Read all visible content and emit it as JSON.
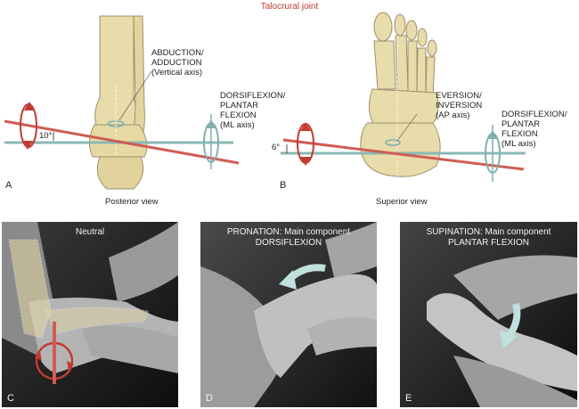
{
  "title": "Talocrural joint",
  "panel_a": {
    "letter": "A",
    "view": "Posterior view",
    "angle": "10°",
    "abduction_label": "ABDUCTION/\nADDUCTION\n(Vertical axis)",
    "dorsi_label": "DORSIFLEXION/\nPLANTAR\nFLEXION\n(ML axis)"
  },
  "panel_b": {
    "letter": "B",
    "view": "Superior view",
    "angle": "6°",
    "eversion_label": "EVERSION/\nINVERSION\n(AP axis)",
    "dorsi_label": "DORSIFLEXION/\nPLANTAR\nFLEXION\n(ML axis)"
  },
  "panel_c": {
    "letter": "C",
    "caption": "Neutral"
  },
  "panel_d": {
    "letter": "D",
    "caption": "PRONATION: Main component\nDORSIFLEXION"
  },
  "panel_e": {
    "letter": "E",
    "caption": "SUPINATION: Main component\nPLANTAR FLEXION"
  },
  "colors": {
    "title": "#c0392b",
    "red_axis": "#d0504a",
    "teal_axis": "#7fb0ae",
    "bone": "#e8dcaa"
  }
}
